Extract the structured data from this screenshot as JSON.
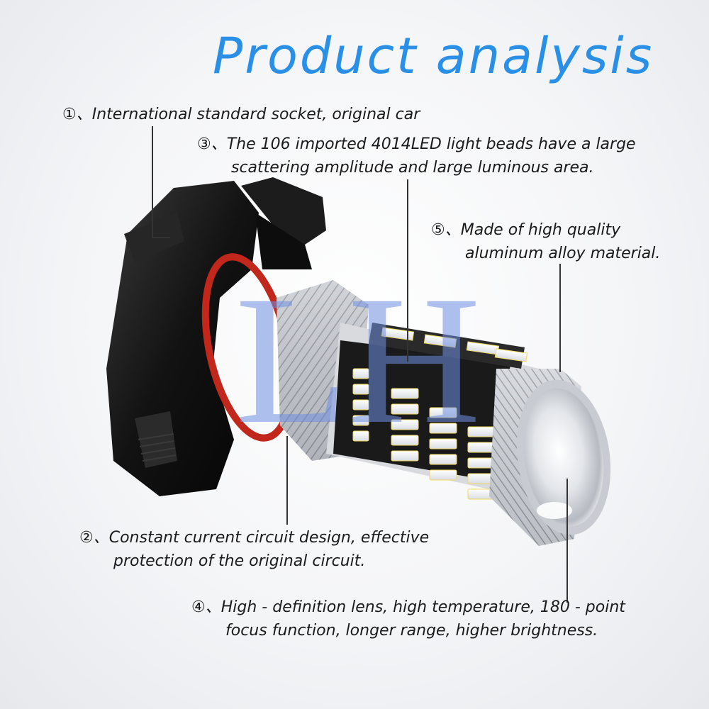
{
  "title": "Product  analysis",
  "watermark": "LH",
  "notes": {
    "n1": {
      "marker": "①、",
      "line1": "International standard socket, original car"
    },
    "n3": {
      "marker": "③、",
      "line1": "The 106 imported 4014LED light beads have a large",
      "line2": "scattering amplitude and large luminous area."
    },
    "n5": {
      "marker": "⑤、",
      "line1": "Made of high quality",
      "line2": "aluminum alloy material."
    },
    "n2": {
      "marker": "②、",
      "line1": "Constant current circuit design, effective",
      "line2": "protection of the original circuit."
    },
    "n4": {
      "marker": "④、",
      "line1": "High - definition lens, high temperature, 180 - point",
      "line2": "focus function, longer range, higher brightness."
    }
  },
  "colors": {
    "title": "#2a8fe6",
    "text": "#1b1b1b",
    "socket": "#141414",
    "oring": "#c2271b",
    "aluminum": "#c9ccd1",
    "led_yellow": "#f0d860",
    "watermark": "#6f8fe0"
  }
}
